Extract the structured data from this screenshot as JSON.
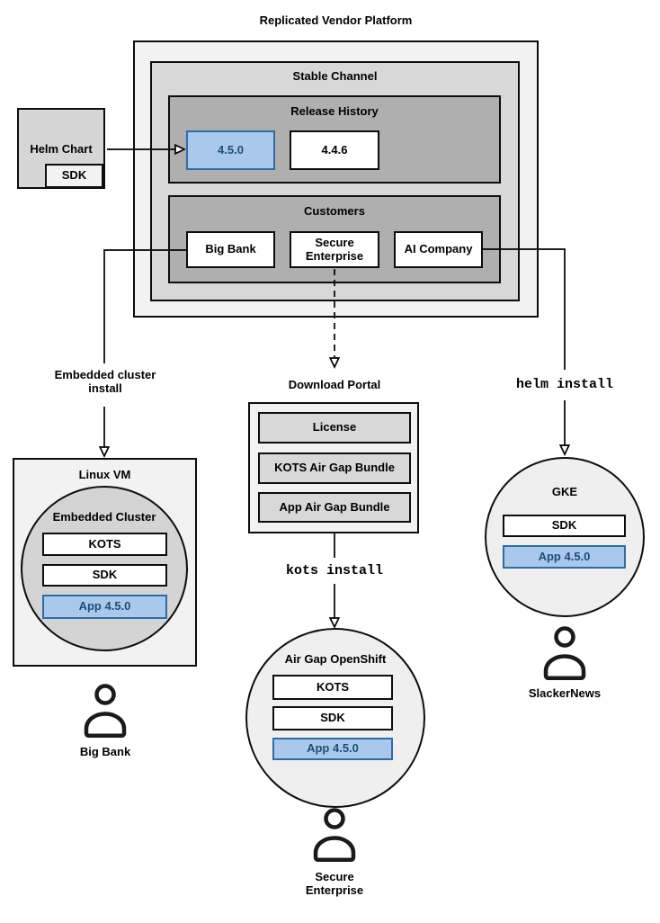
{
  "colors": {
    "highlight_fill": "#a9c8ec",
    "highlight_border": "#2e6da4",
    "highlight_text": "#1c4e79",
    "container_light": "#f2f2f2",
    "container_mid": "#d8d8d8",
    "container_dark": "#afafaf",
    "circle_fill": "#efefef",
    "embedded_circle_fill": "#d4d4d4",
    "line_color": "#000000"
  },
  "platform": {
    "title": "Replicated Vendor Platform",
    "stable_channel": {
      "title": "Stable Channel",
      "release_history": {
        "title": "Release History",
        "releases": [
          "4.5.0",
          "4.4.6"
        ]
      },
      "customers": {
        "title": "Customers",
        "items": [
          "Big Bank",
          "Secure Enterprise",
          "AI Company"
        ]
      }
    }
  },
  "helm_chart": {
    "label": "Helm Chart",
    "sdk": "SDK"
  },
  "flow_left": {
    "install_label": "Embedded cluster install",
    "vm": {
      "title": "Linux VM",
      "cluster": {
        "title": "Embedded Cluster",
        "components": [
          "KOTS",
          "SDK",
          "App 4.5.0"
        ]
      }
    },
    "user_icon": "person-outline-icon",
    "user": "Big Bank"
  },
  "flow_middle": {
    "portal": {
      "title": "Download Portal",
      "items": [
        "License",
        "KOTS Air Gap Bundle",
        "App Air Gap Bundle"
      ]
    },
    "command": "kots install",
    "cluster": {
      "title": "Air Gap OpenShift",
      "components": [
        "KOTS",
        "SDK",
        "App 4.5.0"
      ]
    },
    "user_icon": "person-outline-icon",
    "user": "Secure Enterprise"
  },
  "flow_right": {
    "command": "helm install",
    "cluster": {
      "title": "GKE",
      "components": [
        "SDK",
        "App 4.5.0"
      ]
    },
    "user_icon": "person-outline-icon",
    "user": "SlackerNews"
  }
}
